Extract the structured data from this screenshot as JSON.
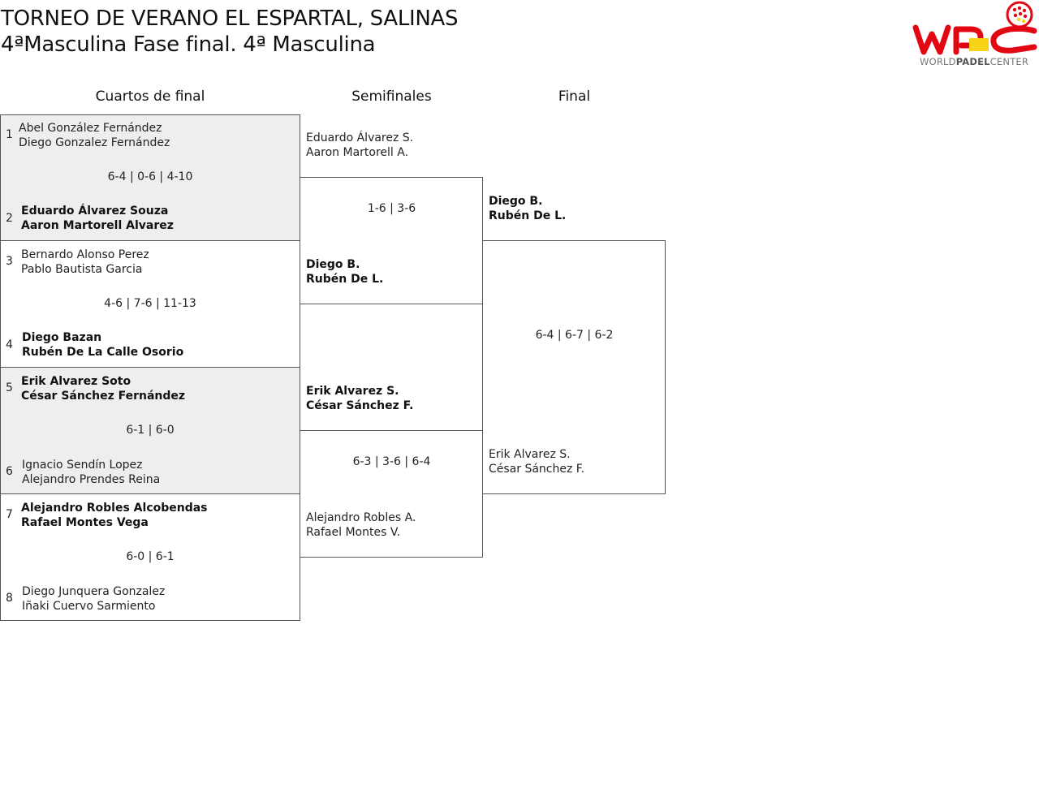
{
  "header": {
    "title_line1": "TORNEO DE VERANO EL ESPARTAL, SALINAS",
    "title_line2": "4ªMasculina Fase final. 4ª Masculina"
  },
  "logo": {
    "text_regular_1": "WORLD",
    "text_bold": "PADEL",
    "text_regular_2": "CENTER",
    "colors": {
      "red": "#e30613",
      "yellow": "#f7d417"
    }
  },
  "rounds": {
    "quarterfinals": "Cuartos de final",
    "semifinals": "Semifinales",
    "final": "Final"
  },
  "quarterfinals": [
    {
      "top": {
        "seed": "1",
        "player1": "Abel González Fernández",
        "player2": "Diego Gonzalez Fernández"
      },
      "score": "6-4 | 0-6 | 4-10",
      "bottom": {
        "seed": "2",
        "player1": "Eduardo Álvarez Souza",
        "player2": "Aaron Martorell Alvarez"
      }
    },
    {
      "top": {
        "seed": "3",
        "player1": "Bernardo Alonso Perez",
        "player2": "Pablo Bautista Garcia"
      },
      "score": "4-6 | 7-6 | 11-13",
      "bottom": {
        "seed": "4",
        "player1": "Diego Bazan",
        "player2": "Rubén De La Calle Osorio"
      }
    },
    {
      "top": {
        "seed": "5",
        "player1": "Erik Alvarez Soto",
        "player2": "César Sánchez Fernández"
      },
      "score": "6-1 | 6-0",
      "bottom": {
        "seed": "6",
        "player1": "Ignacio Sendín Lopez",
        "player2": "Alejandro Prendes Reina"
      }
    },
    {
      "top": {
        "seed": "7",
        "player1": "Alejandro Robles Alcobendas",
        "player2": "Rafael Montes Vega"
      },
      "score": "6-0 | 6-1",
      "bottom": {
        "seed": "8",
        "player1": "Diego Junquera Gonzalez",
        "player2": "Iñaki Cuervo Sarmiento"
      }
    }
  ],
  "semifinals": [
    {
      "top": {
        "player1": "Eduardo Álvarez S.",
        "player2": "Aaron Martorell A."
      },
      "score": "1-6 | 3-6",
      "bottom": {
        "player1": "Diego B.",
        "player2": "Rubén De L."
      }
    },
    {
      "top": {
        "player1": "Erik Alvarez S.",
        "player2": "César Sánchez F."
      },
      "score": "6-3 | 3-6 | 6-4",
      "bottom": {
        "player1": "Alejandro Robles A.",
        "player2": "Rafael Montes V."
      }
    }
  ],
  "final": {
    "top": {
      "player1": "Diego B.",
      "player2": "Rubén De L."
    },
    "score": "6-4 | 6-7 | 6-2",
    "bottom": {
      "player1": "Erik Alvarez S.",
      "player2": "César Sánchez F."
    }
  }
}
